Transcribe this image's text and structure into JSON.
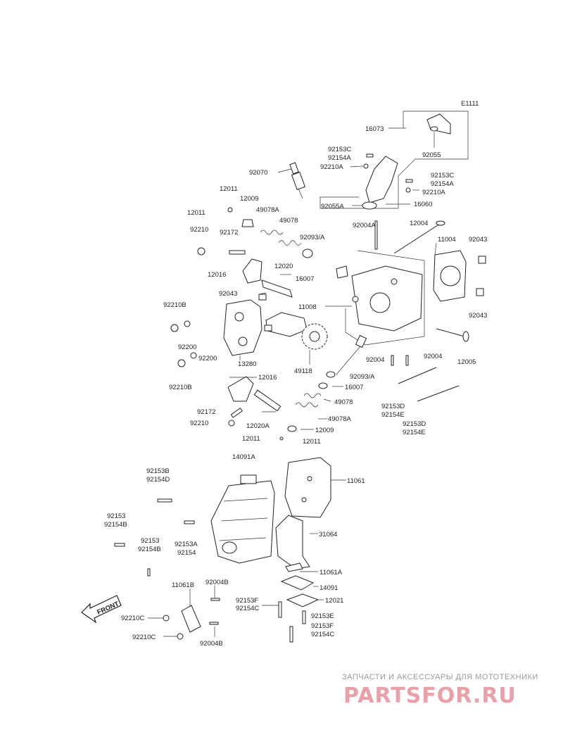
{
  "diagram": {
    "code": "E1111",
    "labels": [
      "16073",
      "92055",
      "92153C",
      "92154A",
      "92210A",
      "92070",
      "92153C",
      "92154A",
      "92210A",
      "92055A",
      "16060",
      "12011",
      "12009",
      "49078A",
      "49078",
      "12011",
      "92004A",
      "12004",
      "11004",
      "92043",
      "92210",
      "92172",
      "92093/A",
      "12016",
      "12020",
      "16007",
      "92043",
      "11008",
      "92210B",
      "92043",
      "92200",
      "13280",
      "49118",
      "92004",
      "92004",
      "12005",
      "92200",
      "92210B",
      "12016",
      "92093/A",
      "16007",
      "92172",
      "49078",
      "92210",
      "12020A",
      "49078A",
      "12009",
      "12011",
      "12011",
      "92153D",
      "92154E",
      "92153D",
      "92154E",
      "14091A",
      "11061",
      "92153B",
      "92154D",
      "92153",
      "92154B",
      "31064",
      "92153",
      "92154B",
      "92153A",
      "92154",
      "11061A",
      "11061B",
      "92004B",
      "14091",
      "92153F",
      "92154C",
      "12021",
      "92153E",
      "92210C",
      "92153F",
      "92154C",
      "92210C",
      "92004B"
    ],
    "front_label": "FRONT"
  },
  "watermark": {
    "subtitle": "ЗАПЧАСТИ И АКСЕССУАРЫ ДЛЯ МОТОТЕХНИКИ",
    "brand": "PARTSFOR.RU"
  }
}
